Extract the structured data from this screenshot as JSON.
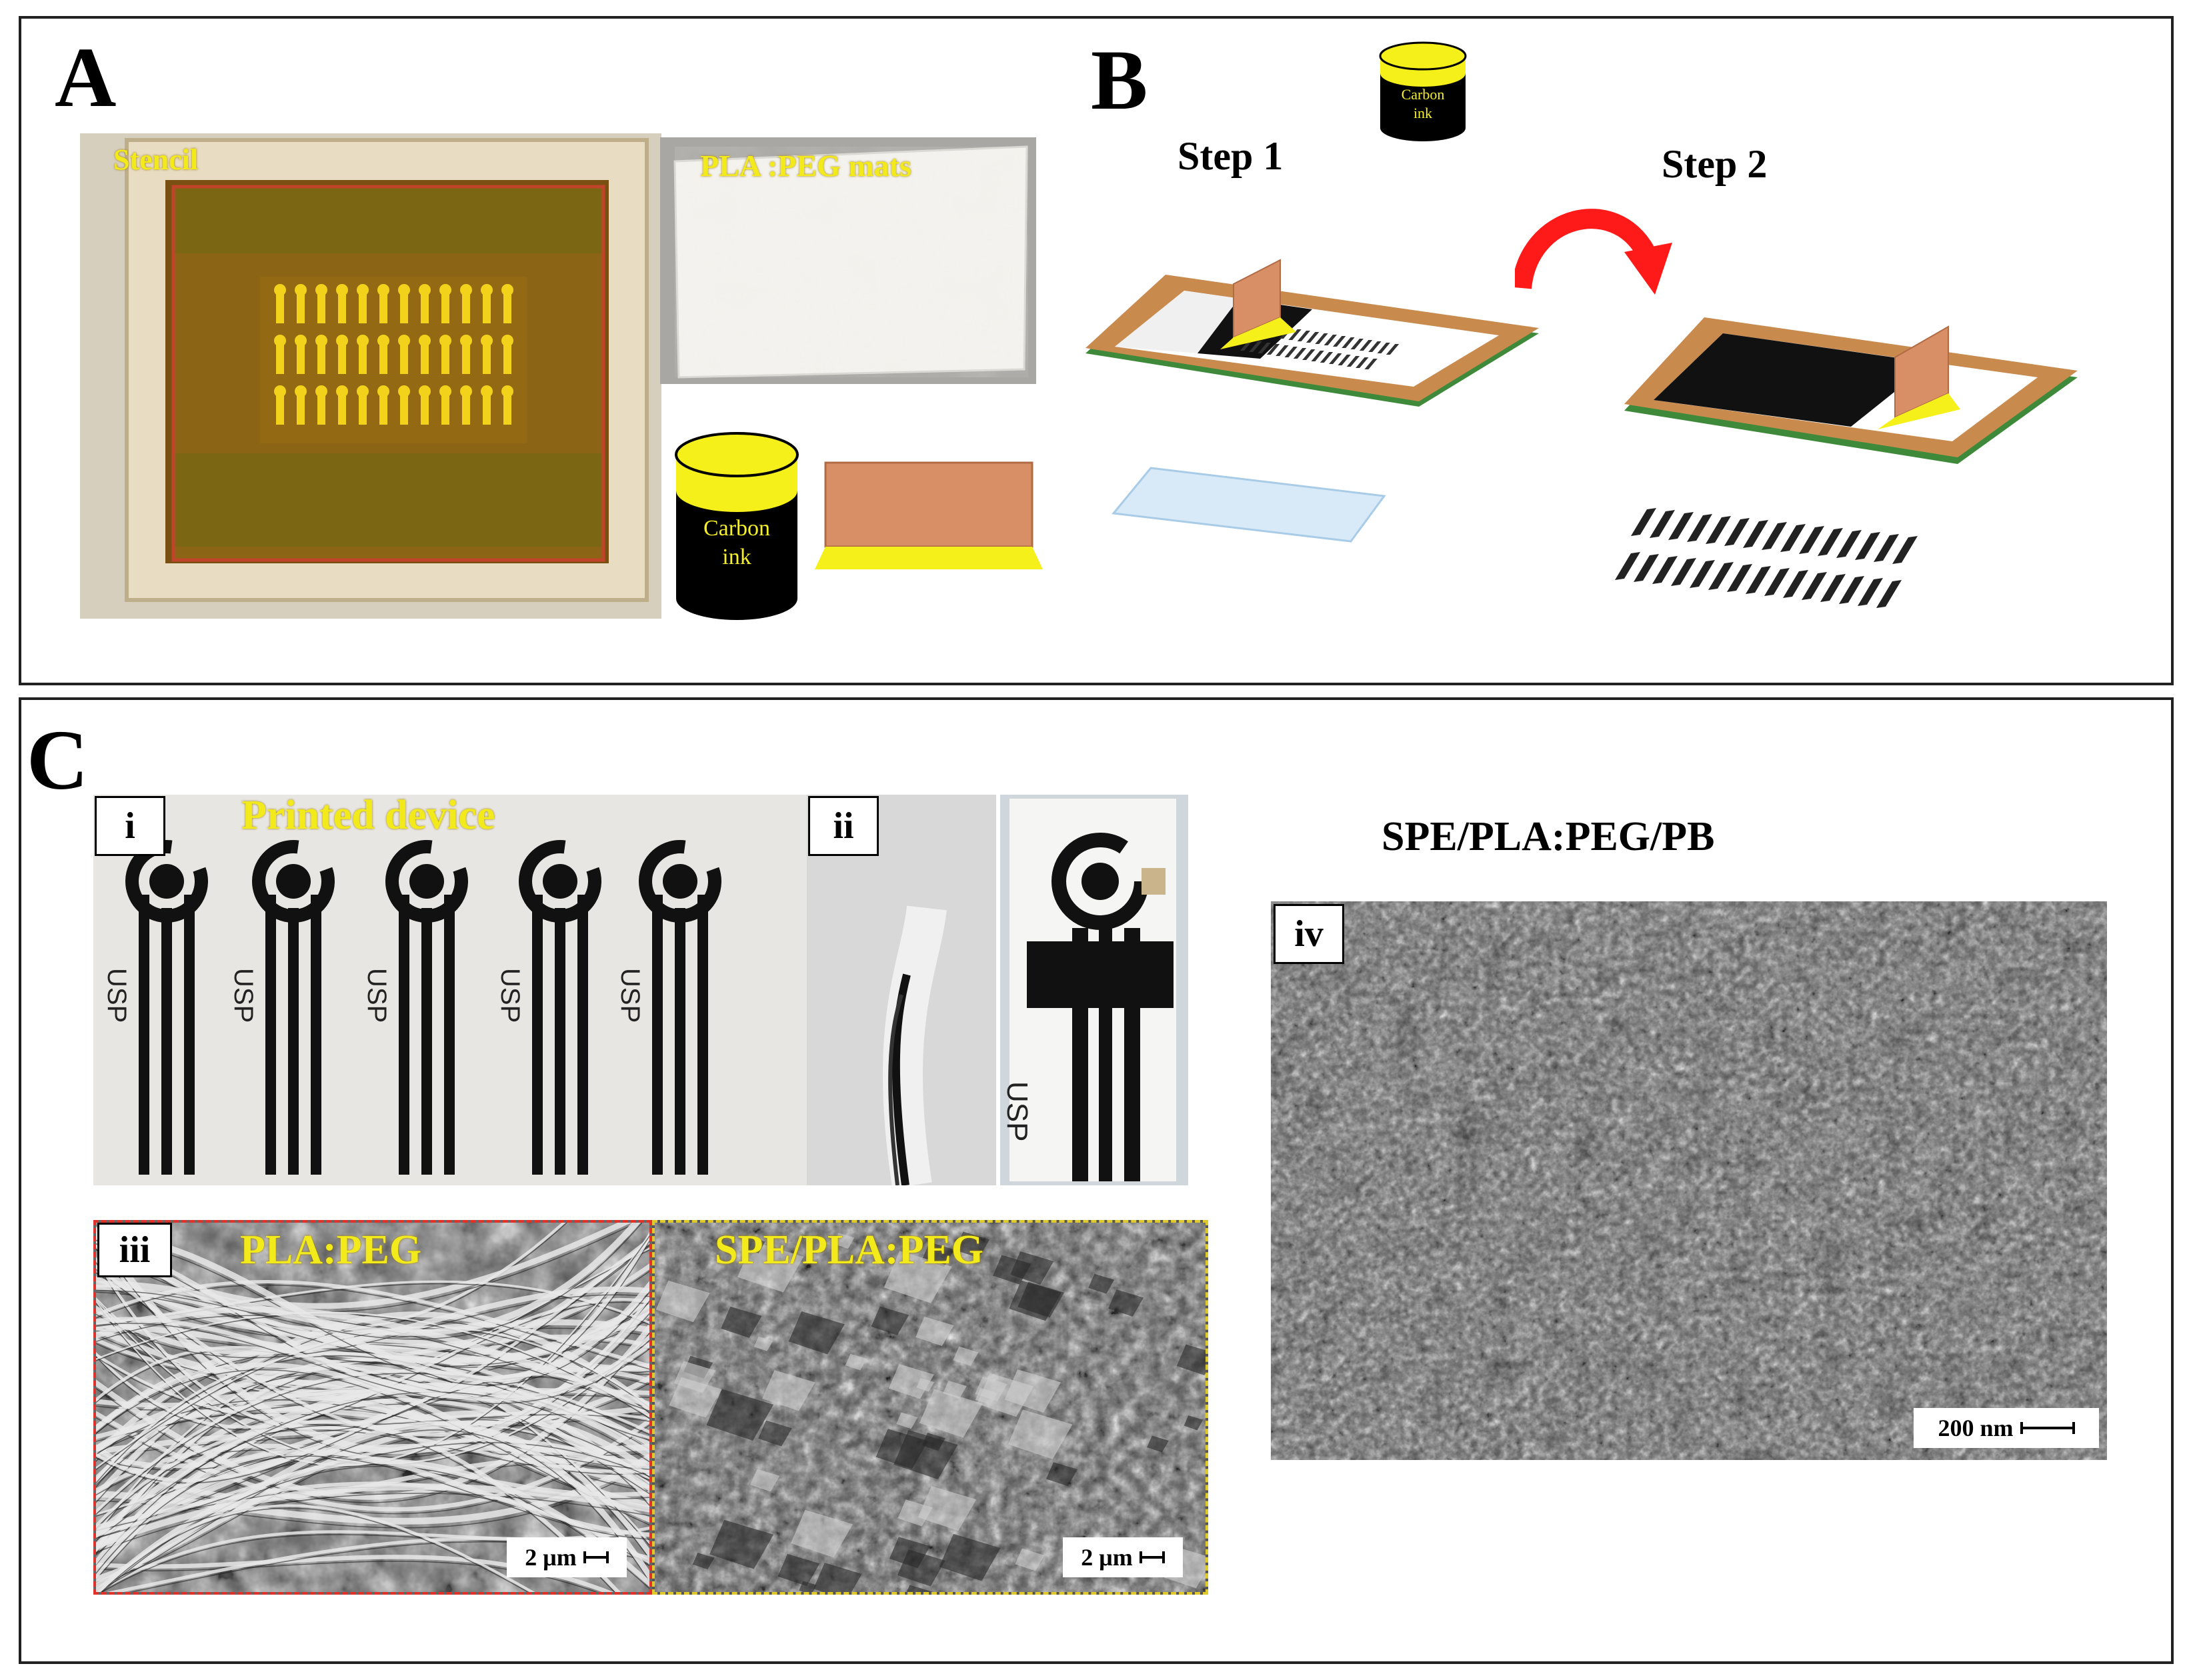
{
  "panelA": {
    "label": "A",
    "stencil_label": "Stencil",
    "mats_label": "PLA :PEG  mats",
    "ink_line1": "Carbon",
    "ink_line2": "ink"
  },
  "panelB": {
    "label": "B",
    "ink_line1": "Carbon",
    "ink_line2": "ink",
    "step1": "Step 1",
    "step2": "Step 2"
  },
  "panelC": {
    "label": "C",
    "sub_i": "i",
    "printed_device": "Printed device",
    "electrode_text": "USP",
    "sub_ii": "ii",
    "sub_iii": "iii",
    "pla_peg": "PLA:PEG",
    "spe_pla_peg": "SPE/PLA:PEG",
    "scale_2um": "2 μm",
    "sub_iv": "iv",
    "spe_pla_peg_pb": "SPE/PLA:PEG/PB",
    "scale_200nm": "200 nm"
  },
  "colors": {
    "ink_yellow": "#f5ef2a",
    "squeegee": "#d98f66",
    "frame_brown": "#c98a4e",
    "frame_green": "#3f8a3a",
    "arrow_red": "#ff1a1a",
    "frame_border": "#222222"
  }
}
